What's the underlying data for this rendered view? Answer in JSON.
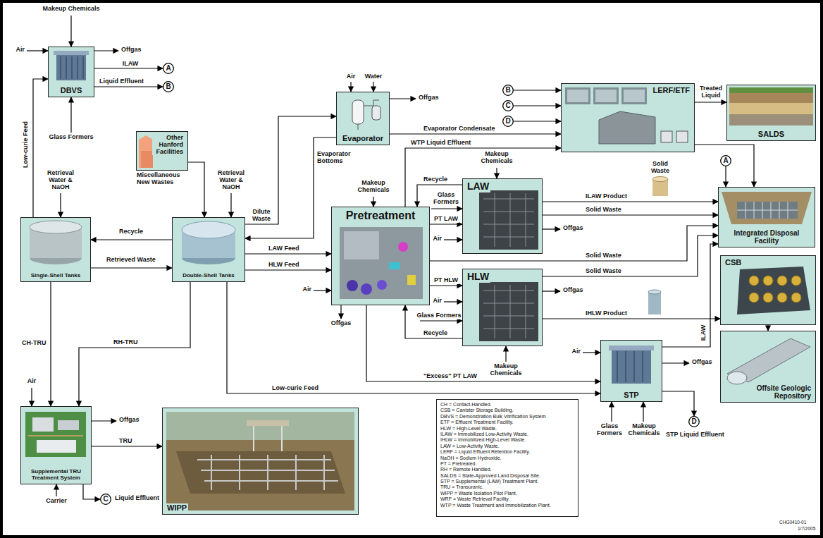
{
  "diagram": {
    "nodes": [
      {
        "text": [
          "DBVS"
        ]
      },
      {
        "text": [
          "A"
        ]
      },
      {
        "text": [
          "B"
        ]
      },
      {
        "text": [
          "Other Hanford Facilities",
          "Miscellaneous New Wastes"
        ]
      },
      {
        "text": [
          "Evaporator"
        ]
      },
      {
        "text": [
          "B"
        ]
      },
      {
        "text": [
          "C"
        ]
      },
      {
        "text": [
          "D"
        ]
      },
      {
        "text": [
          "LERF/ETF"
        ]
      },
      {
        "text": [
          "SALDS"
        ]
      },
      {
        "text": [
          "Single-Shell Tanks"
        ]
      },
      {
        "text": [
          "Double-Shell Tanks"
        ]
      },
      {
        "text": [
          "Pretreatment"
        ]
      },
      {
        "text": [
          "LAW"
        ]
      },
      {
        "text": [
          "A"
        ]
      },
      {
        "text": [
          "Integrated Disposal Facility"
        ]
      },
      {
        "text": [
          "HLW"
        ]
      },
      {
        "text": [
          "CSB"
        ]
      },
      {
        "text": [
          "STP"
        ]
      },
      {
        "text": [
          "Offsite Geologic Repository"
        ]
      },
      {
        "text": [
          "D"
        ]
      },
      {
        "text": [
          "Supplemental TRU Treatment System"
        ]
      },
      {
        "text": [
          "C"
        ]
      },
      {
        "text": [
          "WIPP"
        ]
      },
      {
        "text": [
          "CH = Contact-Handled.",
          "CSB = Canister Storage Building.",
          "DBVS = Demonstration Bulk Vitrification System",
          "ETF = Effluent Treatment Facility.",
          "HLW = High-Level Waste.",
          "ILAW = Immobilized Low-Activity Waste.",
          "IHLW = Immobilized High-Level Waste.",
          "LAW = Low-Activity Waste.",
          "LERF = Liquid Effluent Retention Facility.",
          "NaOH = Sodium Hydroxide.",
          "PT = Pretreated.",
          "RH = Remote Handled.",
          "SALDS = State-Approved Land Disposal Site.",
          "STP = Supplemental (LAW) Treatment Plant.",
          "TRU = Transuranic.",
          "WIPP = Waste Isolation Pilot Plant.",
          "WRF = Waste Retrieval Facility.",
          "WTP = Waste Treatment and Immobilization Plant."
        ]
      }
    ],
    "edges": [
      {
        "from": 0,
        "to": 1,
        "arrow": "to",
        "label": "ILAW"
      },
      {
        "from": 0,
        "to": 2,
        "arrow": "to",
        "label": "Liquid Effluent"
      },
      {
        "from": 10,
        "to": 0,
        "arrow": "to",
        "label": "Low-curie Feed"
      },
      {
        "from": 11,
        "to": 10,
        "arrow": "to",
        "label": "Recycle"
      },
      {
        "from": 10,
        "to": 11,
        "arrow": "to",
        "label": "Retrieved Waste"
      },
      {
        "from": 3,
        "to": 11,
        "arrow": "to"
      },
      {
        "from": 11,
        "to": 4,
        "arrow": "to",
        "label": "Dilute Waste"
      },
      {
        "from": 4,
        "to": 11,
        "arrow": "to",
        "label": "Evaporator Bottoms"
      },
      {
        "from": 4,
        "to": 8,
        "arrow": "to",
        "label": "Evaporator Condensate"
      },
      {
        "from": 12,
        "to": 8,
        "arrow": "to",
        "label": "WTP Liquid Effluent"
      },
      {
        "from": 5,
        "to": 8,
        "arrow": "to"
      },
      {
        "from": 6,
        "to": 8,
        "arrow": "to"
      },
      {
        "from": 7,
        "to": 8,
        "arrow": "to"
      },
      {
        "from": 8,
        "to": 9,
        "arrow": "to",
        "label": "Treated Liquid"
      },
      {
        "from": 8,
        "to": 15,
        "arrow": "to"
      },
      {
        "from": 14,
        "to": 15,
        "arrow": "to"
      },
      {
        "from": 11,
        "to": 12,
        "arrow": "to",
        "label": "LAW Feed"
      },
      {
        "from": 11,
        "to": 12,
        "arrow": "to",
        "label": "HLW Feed"
      },
      {
        "from": 12,
        "to": 13,
        "arrow": "to",
        "label": "PT LAW"
      },
      {
        "from": 13,
        "to": 12,
        "arrow": "to",
        "label": "Recycle"
      },
      {
        "from": 13,
        "to": 15,
        "arrow": "to",
        "label": "ILAW Product"
      },
      {
        "from": 13,
        "to": 15,
        "arrow": "to",
        "label": "Solid Waste"
      },
      {
        "from": 12,
        "to": 15,
        "arrow": "to",
        "label": "Solid Waste"
      },
      {
        "from": 12,
        "to": 16,
        "arrow": "to",
        "label": "PT HLW"
      },
      {
        "from": 16,
        "to": 12,
        "arrow": "to",
        "label": "Recycle"
      },
      {
        "from": 16,
        "to": 15,
        "arrow": "to",
        "label": "Solid Waste"
      },
      {
        "from": 16,
        "to": 17,
        "arrow": "to",
        "label": "IHLW Product"
      },
      {
        "from": 17,
        "to": 19,
        "arrow": "to"
      },
      {
        "from": 12,
        "to": 18,
        "arrow": "to",
        "label": "\"Excess\" PT LAW"
      },
      {
        "from": 11,
        "to": 18,
        "arrow": "to",
        "label": "Low-curie Feed"
      },
      {
        "from": 18,
        "to": 15,
        "arrow": "to",
        "label": "ILAW"
      },
      {
        "from": 18,
        "to": 20,
        "arrow": "to",
        "label": "STP Liquid Effluent"
      },
      {
        "from": 10,
        "to": 21,
        "arrow": "to",
        "label": "CH-TRU"
      },
      {
        "from": 11,
        "to": 21,
        "arrow": "to",
        "label": "RH-TRU"
      },
      {
        "from": 21,
        "to": 23,
        "arrow": "to",
        "label": "TRU"
      },
      {
        "from": 21,
        "to": 22,
        "arrow": "to",
        "label": "Liquid Effluent"
      }
    ],
    "labels": [
      "Makeup Chemicals",
      "Air",
      "Offgas",
      "Glass Formers",
      "Retrieval Water & NaOH",
      "Retrieval Water & NaOH",
      "Air",
      "Water",
      "Offgas",
      "Makeup Chemicals",
      "Solid Waste",
      "Makeup Chemicals",
      "Glass Formers",
      "Air",
      "Offgas",
      "Air",
      "Offgas",
      "Air",
      "Glass Formers",
      "Offgas",
      "Makeup Chemicals",
      "Air",
      "Offgas",
      "Glass Formers",
      "Makeup Chemicals",
      "Air",
      "Offgas",
      "Carrier",
      "CHG0410-01",
      "1/7/2005"
    ]
  }
}
